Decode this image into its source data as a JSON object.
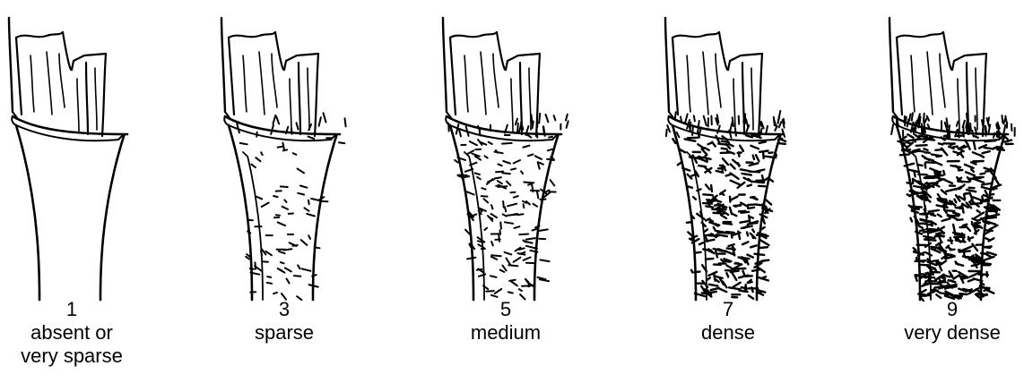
{
  "scale": {
    "items": [
      {
        "score": "1",
        "description": "absent or\nvery sparse",
        "hairs": 0
      },
      {
        "score": "3",
        "description": "sparse",
        "hairs": 70
      },
      {
        "score": "5",
        "description": "medium",
        "hairs": 150
      },
      {
        "score": "7",
        "description": "dense",
        "hairs": 260
      },
      {
        "score": "9",
        "description": "very dense",
        "hairs": 420
      }
    ]
  }
}
